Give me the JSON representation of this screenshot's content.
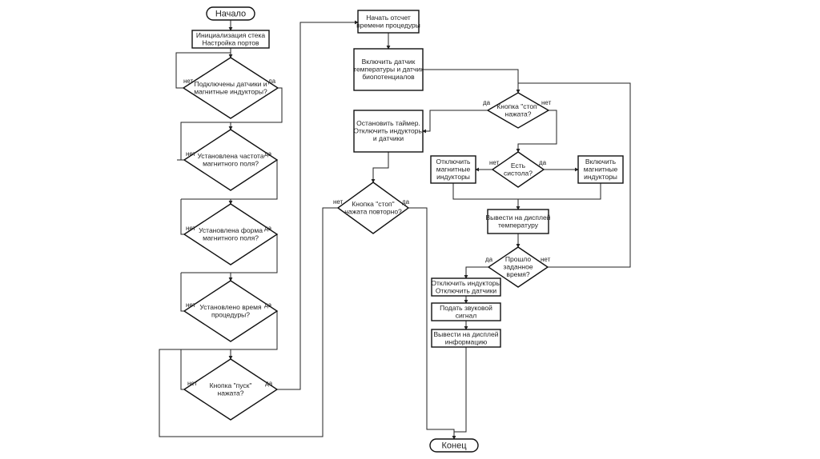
{
  "diagram": {
    "type": "flowchart",
    "colors": {
      "line": "#222222",
      "shape_fill": "#ffffff",
      "background": "#ffffff"
    },
    "branch_labels": {
      "yes": "да",
      "no": "нет"
    },
    "nodes": {
      "start": {
        "kind": "terminator",
        "lines": [
          "Начало"
        ]
      },
      "init": {
        "kind": "process",
        "lines": [
          "Инициализация стека",
          "Настройка портов"
        ]
      },
      "d_connected": {
        "kind": "decision",
        "lines": [
          "Подключены датчики и",
          "магнитные индукторы?"
        ]
      },
      "d_freq": {
        "kind": "decision",
        "lines": [
          "Установлена частота",
          "магнитного поля?"
        ]
      },
      "d_form": {
        "kind": "decision",
        "lines": [
          "Установлена форма",
          "магнитного поля?"
        ]
      },
      "d_time": {
        "kind": "decision",
        "lines": [
          "Установлено время",
          "процедуры?"
        ]
      },
      "d_start_btn": {
        "kind": "decision",
        "lines": [
          "Кнопка \"пуск\"",
          "нажата?"
        ]
      },
      "start_timer": {
        "kind": "process",
        "lines": [
          "Начать отсчет",
          "времени процедуры"
        ]
      },
      "enable_sensors": {
        "kind": "process",
        "lines": [
          "Включить датчик",
          "температуры и датчик",
          "биопотенциалов"
        ]
      },
      "stop_timer": {
        "kind": "process",
        "lines": [
          "Остановить таймер.",
          "Отключить индукторы",
          "и датчики"
        ]
      },
      "d_stop_again": {
        "kind": "decision",
        "lines": [
          "Кнопка \"стоп\"",
          "нажата повторно?"
        ]
      },
      "d_stop": {
        "kind": "decision",
        "lines": [
          "Кнопка \"стоп\"",
          "нажата?"
        ]
      },
      "d_systole": {
        "kind": "decision",
        "lines": [
          "Есть",
          "систола?"
        ]
      },
      "disable_inductors": {
        "kind": "process",
        "lines": [
          "Отключить",
          "магнитные",
          "индукторы"
        ]
      },
      "enable_inductors": {
        "kind": "process",
        "lines": [
          "Включить",
          "магнитные",
          "индукторы"
        ]
      },
      "show_temp": {
        "kind": "process",
        "lines": [
          "Вывести на дисплей",
          "температуру"
        ]
      },
      "d_time_elapsed": {
        "kind": "decision",
        "lines": [
          "Прошло",
          "заданное",
          "время?"
        ]
      },
      "disable_all": {
        "kind": "process",
        "lines": [
          "Отключить индукторы",
          "Отключить датчики"
        ]
      },
      "beep": {
        "kind": "process",
        "lines": [
          "Подать звуковой",
          "сигнал"
        ]
      },
      "show_info": {
        "kind": "process",
        "lines": [
          "Вывести на дисплей",
          "информацию"
        ]
      },
      "end": {
        "kind": "terminator",
        "lines": [
          "Конец"
        ]
      }
    },
    "edges": [
      {
        "from": "start",
        "to": "init",
        "label": ""
      },
      {
        "from": "init",
        "to": "d_connected",
        "label": ""
      },
      {
        "from": "d_connected",
        "to": "d_connected",
        "label": "нет"
      },
      {
        "from": "d_connected",
        "to": "d_freq",
        "label": "да"
      },
      {
        "from": "d_freq",
        "to": "d_freq",
        "label": "нет"
      },
      {
        "from": "d_freq",
        "to": "d_form",
        "label": "да"
      },
      {
        "from": "d_form",
        "to": "d_form",
        "label": "нет"
      },
      {
        "from": "d_form",
        "to": "d_time",
        "label": "да"
      },
      {
        "from": "d_time",
        "to": "d_time",
        "label": "нет"
      },
      {
        "from": "d_time",
        "to": "d_start_btn",
        "label": "да"
      },
      {
        "from": "d_start_btn",
        "to": "d_start_btn",
        "label": "нет"
      },
      {
        "from": "d_start_btn",
        "to": "start_timer",
        "label": "да"
      },
      {
        "from": "start_timer",
        "to": "enable_sensors",
        "label": ""
      },
      {
        "from": "enable_sensors",
        "to": "d_stop",
        "label": ""
      },
      {
        "from": "d_stop",
        "to": "stop_timer",
        "label": "да"
      },
      {
        "from": "d_stop",
        "to": "d_systole",
        "label": "нет"
      },
      {
        "from": "stop_timer",
        "to": "d_stop_again",
        "label": ""
      },
      {
        "from": "d_stop_again",
        "to": "d_start_btn",
        "label": "нет"
      },
      {
        "from": "d_stop_again",
        "to": "end",
        "label": "да"
      },
      {
        "from": "d_systole",
        "to": "disable_inductors",
        "label": "нет"
      },
      {
        "from": "d_systole",
        "to": "enable_inductors",
        "label": "да"
      },
      {
        "from": "disable_inductors",
        "to": "show_temp",
        "label": ""
      },
      {
        "from": "enable_inductors",
        "to": "show_temp",
        "label": ""
      },
      {
        "from": "show_temp",
        "to": "d_time_elapsed",
        "label": ""
      },
      {
        "from": "d_time_elapsed",
        "to": "disable_all",
        "label": "да"
      },
      {
        "from": "d_time_elapsed",
        "to": "d_stop",
        "label": "нет"
      },
      {
        "from": "disable_all",
        "to": "beep",
        "label": ""
      },
      {
        "from": "beep",
        "to": "show_info",
        "label": ""
      },
      {
        "from": "show_info",
        "to": "end",
        "label": ""
      }
    ]
  }
}
